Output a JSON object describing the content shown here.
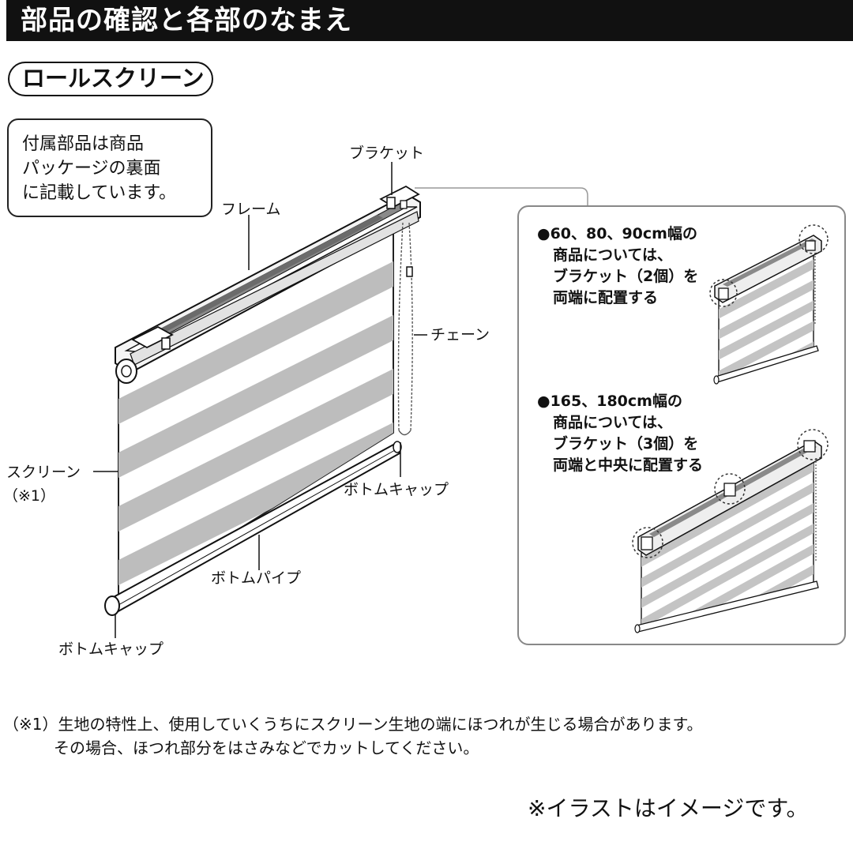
{
  "header": {
    "title": "部品の確認と各部のなまえ"
  },
  "section": {
    "label": "ロールスクリーン"
  },
  "note": {
    "lines": [
      "付属部品は商品",
      "パッケージの裏面",
      "に記載しています。"
    ]
  },
  "callouts": {
    "bracket": "ブラケット",
    "frame": "フレーム",
    "chain": "チェーン",
    "screen": "スクリーン",
    "screen_note": "（※1）",
    "bottom_cap_right": "ボトムキャップ",
    "bottom_pipe": "ボトムパイプ",
    "bottom_cap_left": "ボトムキャップ"
  },
  "inset": {
    "block1": [
      "●60、80、90cm幅の",
      "商品については、",
      "ブラケット（2個）を",
      "両端に配置する"
    ],
    "block2": [
      "●165、180cm幅の",
      "商品については、",
      "ブラケット（3個）を",
      "両端と中央に配置する"
    ]
  },
  "footnote": {
    "line1": "（※1）生地の特性上、使用していくうちにスクリーン生地の端にほつれが生じる場合があります。",
    "line2": "その場合、ほつれ部分をはさみなどでカットしてください。"
  },
  "disclaimer": "※イラストはイメージです。"
}
